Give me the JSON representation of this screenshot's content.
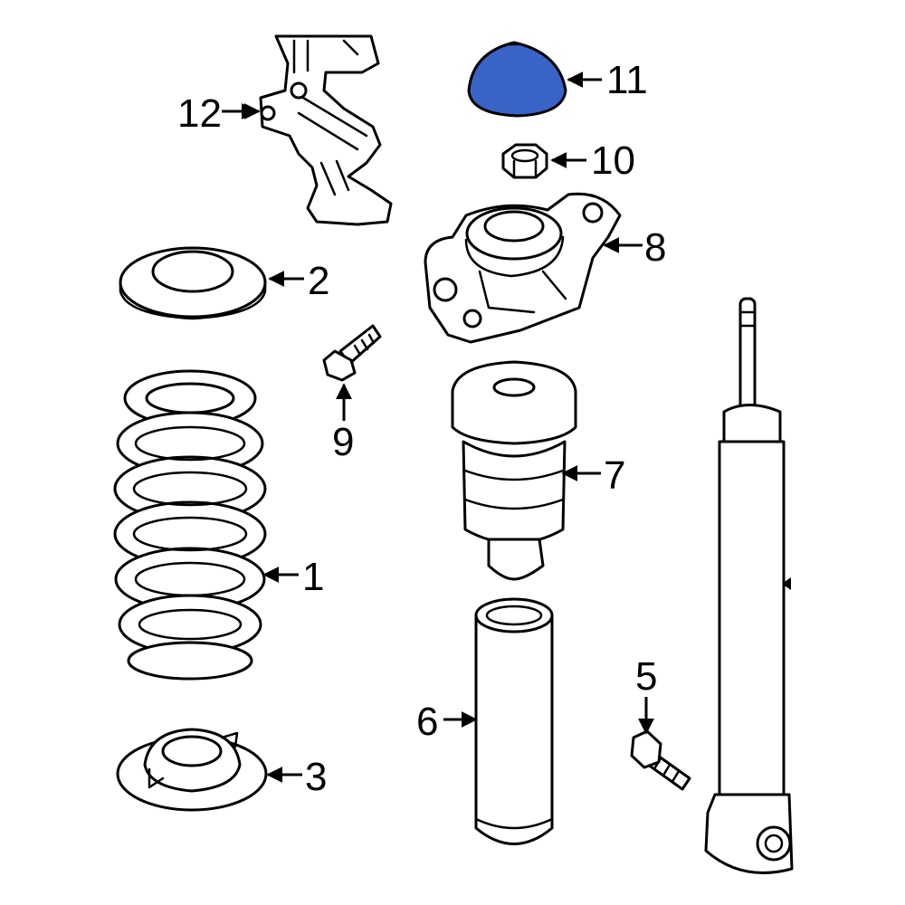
{
  "callouts": [
    {
      "id": "1",
      "label": "1"
    },
    {
      "id": "2",
      "label": "2"
    },
    {
      "id": "3",
      "label": "3"
    },
    {
      "id": "5",
      "label": "5"
    },
    {
      "id": "6",
      "label": "6"
    },
    {
      "id": "7",
      "label": "7"
    },
    {
      "id": "8",
      "label": "8"
    },
    {
      "id": "9",
      "label": "9"
    },
    {
      "id": "10",
      "label": "10"
    },
    {
      "id": "11",
      "label": "11"
    },
    {
      "id": "12",
      "label": "12"
    }
  ],
  "colors": {
    "highlight": "#3A63C8",
    "line": "#000000",
    "background": "#FFFFFF"
  }
}
